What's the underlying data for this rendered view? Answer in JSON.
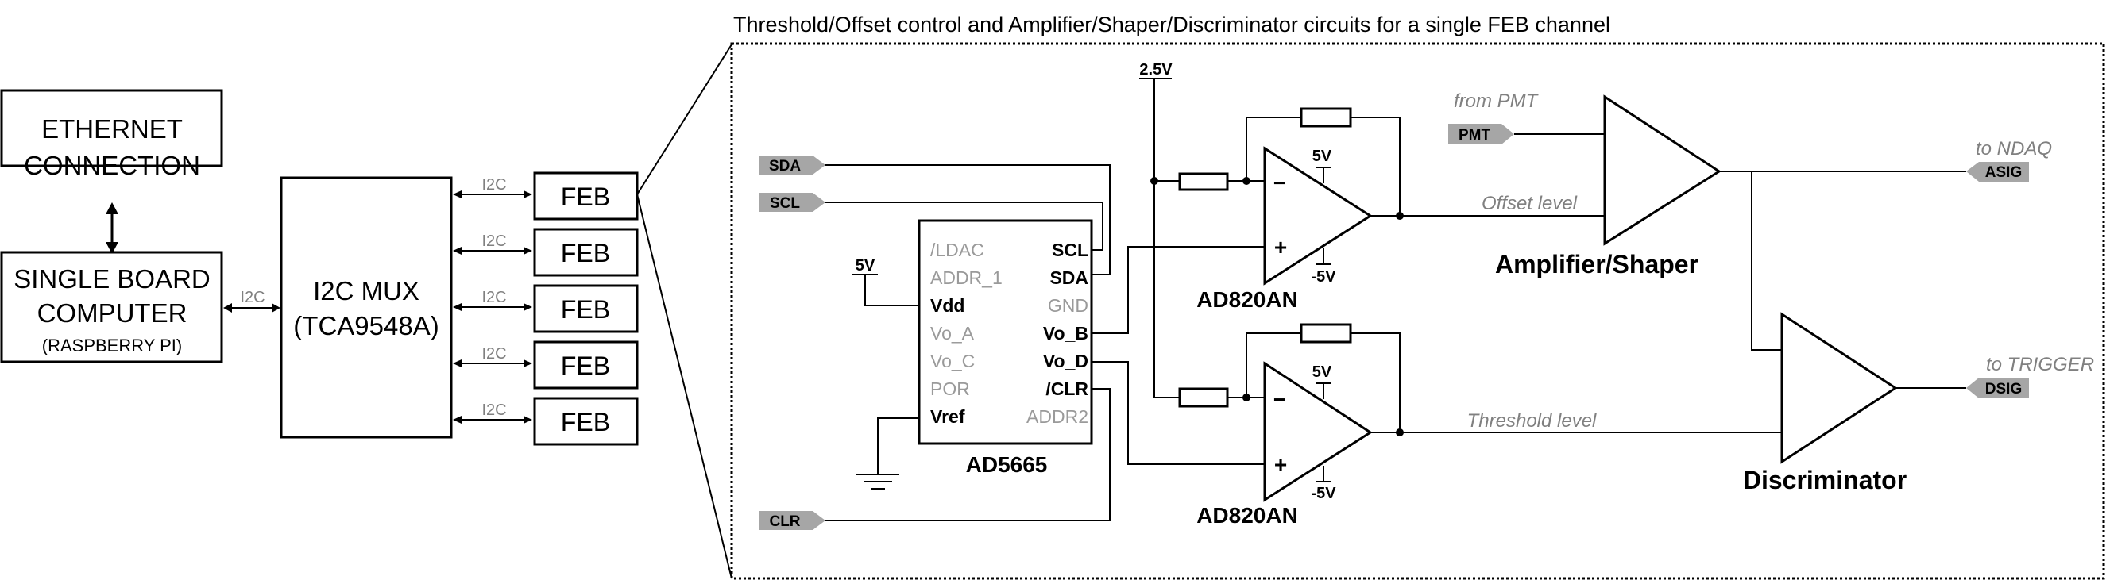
{
  "title": "Threshold/Offset control and Amplifier/Shaper/Discriminator circuits for a single FEB channel",
  "ethernet": {
    "line1": "ETHERNET",
    "line2": "CONNECTION"
  },
  "sbc": {
    "line1": "SINGLE BOARD",
    "line2": "COMPUTER",
    "line3": "(RASPBERRY PI)"
  },
  "mux": {
    "line1": "I2C MUX",
    "line2": "(TCA9548A)"
  },
  "i2c_label": "I2C",
  "feb_label": "FEB",
  "dac": {
    "name": "AD5665",
    "left_pins": [
      "/LDAC",
      "ADDR_1",
      "Vdd",
      "Vo_A",
      "Vo_C",
      "POR",
      "Vref"
    ],
    "right_pins": [
      "SCL",
      "SDA",
      "GND",
      "Vo_B",
      "Vo_D",
      "/CLR",
      "ADDR2"
    ],
    "supply": "5V"
  },
  "inputs": {
    "sda": "SDA",
    "scl": "SCL",
    "clr": "CLR"
  },
  "rail": "2.5V",
  "opamp": {
    "name": "AD820AN",
    "pos_supply": "5V",
    "neg_supply": "-5V",
    "minus": "−",
    "plus": "+"
  },
  "signals": {
    "offset_level": "Offset level",
    "threshold_level": "Threshold level",
    "from_pmt": "from PMT",
    "pmt": "PMT",
    "to_ndaq": "to NDAQ",
    "asig": "ASIG",
    "to_trigger": "to TRIGGER",
    "dsig": "DSIG"
  },
  "amplifier": "Amplifier/Shaper",
  "discriminator": "Discriminator",
  "colors": {
    "line": "#000000",
    "tag_fill": "#a6a6a6",
    "muted_text": "#808080",
    "inactive_pin": "#9a9a9a"
  }
}
